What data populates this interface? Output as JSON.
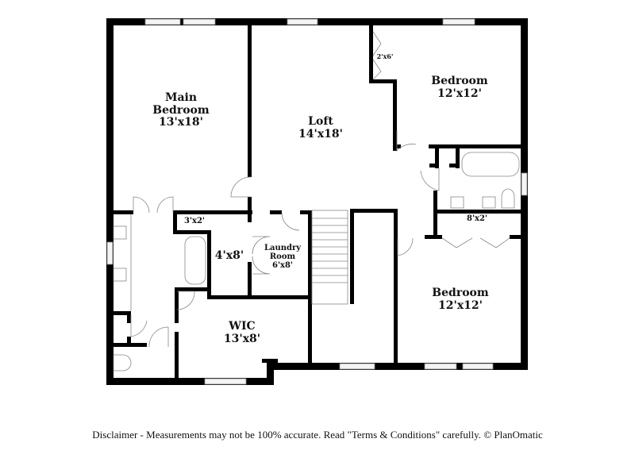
{
  "floorplan": {
    "rooms": [
      {
        "id": "main-bedroom",
        "name_line1": "Main",
        "name_line2": "Bedroom",
        "size": "13'x18'"
      },
      {
        "id": "loft",
        "name": "Loft",
        "size": "14'x18'"
      },
      {
        "id": "bedroom-ne",
        "name": "Bedroom",
        "size": "12'x12'"
      },
      {
        "id": "bedroom-se",
        "name": "Bedroom",
        "size": "12'x12'"
      },
      {
        "id": "closet-2x6",
        "size": "2'x6'"
      },
      {
        "id": "closet-8x2",
        "size": "8'x2'"
      },
      {
        "id": "closet-3x2",
        "size": "3'x2'"
      },
      {
        "id": "bath-4x8",
        "size": "4'x8'"
      },
      {
        "id": "laundry",
        "name_line1": "Laundry",
        "name_line2": "Room",
        "size": "6'x8'"
      },
      {
        "id": "wic",
        "name": "WIC",
        "size": "13'x8'"
      }
    ],
    "fixtures": [
      "stairs",
      "bathtub",
      "bathtub",
      "sink",
      "sink",
      "sink",
      "sink",
      "toilet",
      "toilet"
    ]
  },
  "footer": {
    "disclaimer": "Disclaimer - Measurements may not be 100% accurate. Read \"Terms & Conditions\" carefully. © PlanOmatic"
  }
}
